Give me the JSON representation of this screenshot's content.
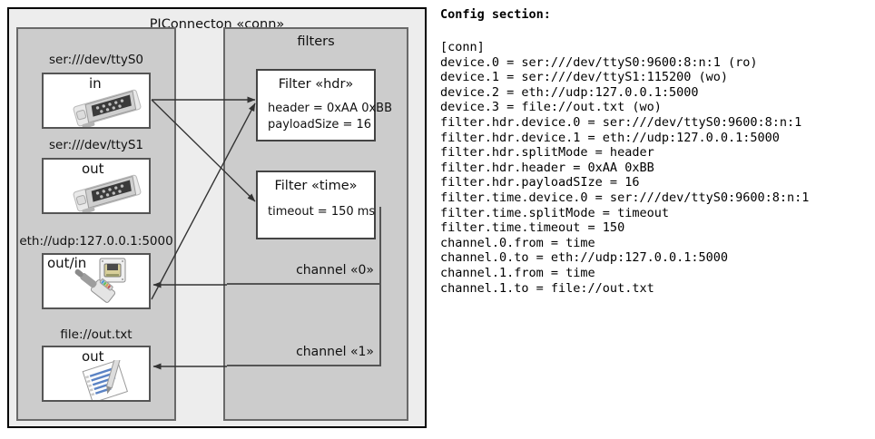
{
  "diagram": {
    "outer": {
      "title": "PIConnecton «conn»"
    },
    "devices_panel": {
      "name": "devices",
      "items": [
        {
          "label": "ser:///dev/ttyS0",
          "caption": "in",
          "icon": "serial-port-icon"
        },
        {
          "label": "ser:///dev/ttyS1",
          "caption": "out",
          "icon": "serial-port-icon"
        },
        {
          "label": "eth://udp:127.0.0.1:5000",
          "caption": "out/in",
          "icon": "network-plug-icon"
        },
        {
          "label": "file://out.txt",
          "caption": "out",
          "icon": "document-pen-icon"
        }
      ]
    },
    "filters_panel": {
      "title": "filters",
      "filters": [
        {
          "title": "Filter «hdr»",
          "lines": [
            "header = 0xAA 0xBB",
            "payloadSize = 16"
          ]
        },
        {
          "title": "Filter «time»",
          "lines": [
            "timeout = 150 ms"
          ]
        }
      ],
      "channels": [
        {
          "label": "channel «0»"
        },
        {
          "label": "channel «1»"
        }
      ]
    }
  },
  "config": {
    "heading": "Config section:",
    "lines": [
      "[conn]",
      "device.0 = ser:///dev/ttyS0:9600:8:n:1 (ro)",
      "device.1 = ser:///dev/ttyS1:115200 (wo)",
      "device.2 = eth://udp:127.0.0.1:5000",
      "device.3 = file://out.txt (wo)",
      "filter.hdr.device.0 = ser:///dev/ttyS0:9600:8:n:1",
      "filter.hdr.device.1 = eth://udp:127.0.0.1:5000",
      "filter.hdr.splitMode = header",
      "filter.hdr.header = 0xAA 0xBB",
      "filter.hdr.payloadSIze = 16",
      "filter.time.device.0 = ser:///dev/ttyS0:9600:8:n:1",
      "filter.time.splitMode = timeout",
      "filter.time.timeout = 150",
      "channel.0.from = time",
      "channel.0.to = eth://udp:127.0.0.1:5000",
      "channel.1.from = time",
      "channel.1.to = file://out.txt"
    ]
  },
  "colors": {
    "outer_bg": "#ededed",
    "panel_bg": "#cccccc",
    "panel_border": "#696969",
    "card_bg": "#ffffff",
    "card_border": "#555555",
    "line": "#333333",
    "text": "#111111"
  }
}
